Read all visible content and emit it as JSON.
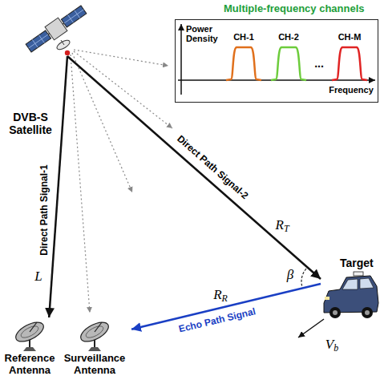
{
  "diagram": {
    "nodes": [
      {
        "text": [
          "DVB-S Satellite"
        ]
      },
      {
        "text": [
          "Multiple-frequency channels"
        ]
      },
      {
        "text": [
          "Target"
        ]
      },
      {
        "text": [
          "Reference Antenna"
        ]
      },
      {
        "text": [
          "Surveillance Antenna"
        ]
      }
    ],
    "edges": [
      {
        "from": 0,
        "to": 3,
        "label": "Direct Path Signal-1",
        "arrow": "to"
      },
      {
        "from": 0,
        "to": 2,
        "label": "Direct Path Signal-2",
        "arrow": "to"
      },
      {
        "from": 2,
        "to": 4,
        "label": "Echo Path Signal",
        "arrow": "to"
      }
    ],
    "labels": [
      "L",
      "RT",
      "β",
      "RR",
      "Vb",
      "Power Density",
      "Frequency",
      "CH-1",
      "CH-2",
      "...",
      "CH-M"
    ]
  }
}
